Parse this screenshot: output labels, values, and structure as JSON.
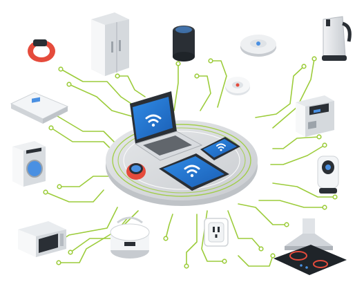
{
  "scene": {
    "colors": {
      "background": "#ffffff",
      "circuit": "#9ccc3a",
      "platform_top": "#d7d9dc",
      "platform_side": "#bfc3c7",
      "device_dark": "#2a2f35",
      "wifi_blue": "#2f8be6",
      "accent_red": "#e54b3c"
    },
    "devices": [
      "fitness-band",
      "refrigerator",
      "smart-speaker",
      "robot-vacuum",
      "electric-kettle",
      "bathroom-scale",
      "smoke-detector",
      "coffee-machine",
      "washing-machine",
      "security-camera",
      "microwave-oven",
      "rice-cooker",
      "power-outlet",
      "range-hood",
      "induction-cooktop",
      "laptop",
      "tablet",
      "smartphone",
      "smartwatch"
    ]
  }
}
